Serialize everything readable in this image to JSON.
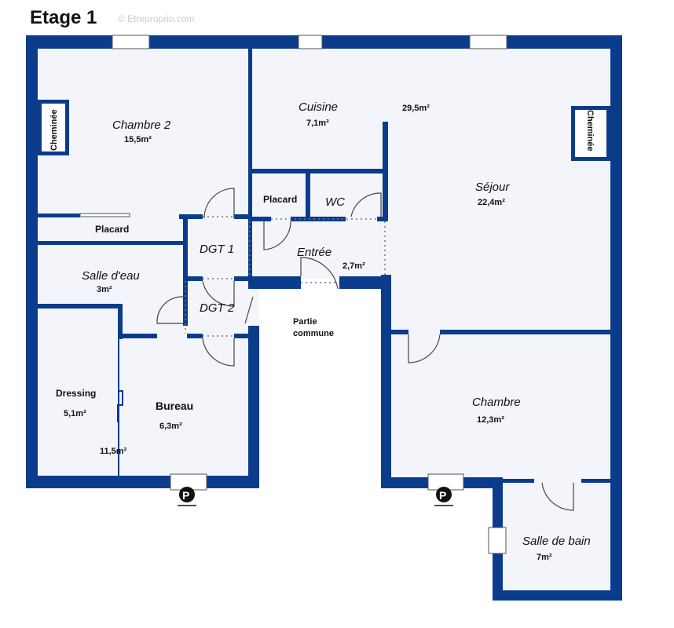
{
  "title": "Etage 1",
  "watermark": "© Etreproprio.com",
  "colors": {
    "wall": "#0b3c8c",
    "floor": "#f3f5fb"
  },
  "rooms": {
    "chambre2": {
      "name": "Chambre 2",
      "area": "15,5m²"
    },
    "cuisine": {
      "name": "Cuisine",
      "area": "7,1m²"
    },
    "total_sejour": "29,5m²",
    "sejour": {
      "name": "Séjour",
      "area": "22,4m²"
    },
    "cheminee_left": "Cheminée",
    "cheminee_right": "Cheminée",
    "placard_top": "Placard",
    "wc": "WC",
    "placard_left": "Placard",
    "dgt1": "DGT 1",
    "dgt2": "DGT 2",
    "entree": {
      "name": "Entrée",
      "area": "2,7m²"
    },
    "salle_eau": {
      "name": "Salle d'eau",
      "area": "3m²"
    },
    "partie_commune": [
      "Partie",
      "commune"
    ],
    "dressing": {
      "name": "Dressing",
      "area": "5,1m²"
    },
    "bureau": {
      "name": "Bureau",
      "area": "6,3m²"
    },
    "bureau_total": "11,5m²",
    "chambre": {
      "name": "Chambre",
      "area": "12,3m²"
    },
    "salle_bain": {
      "name": "Salle de bain",
      "area": "7m²"
    }
  },
  "parking_symbol": "P"
}
